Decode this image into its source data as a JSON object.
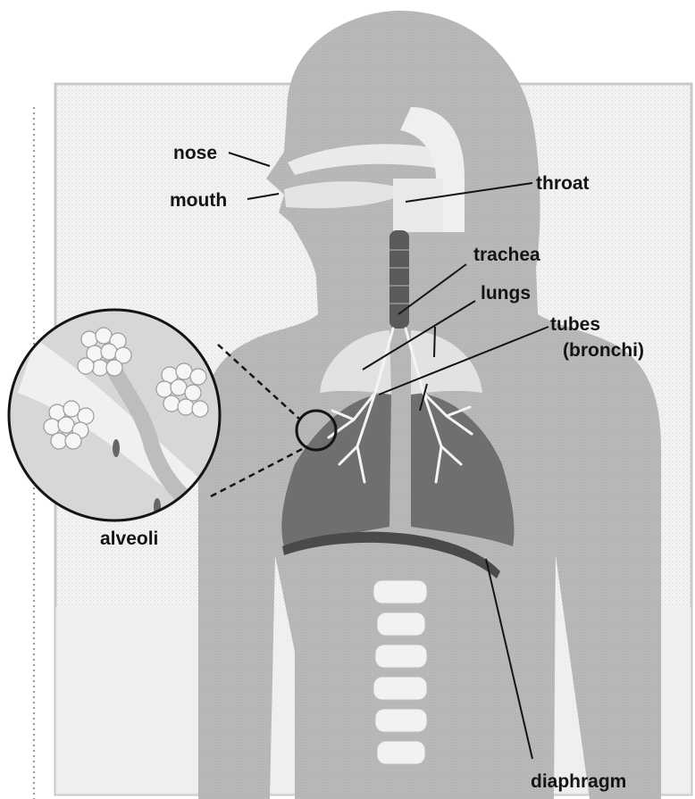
{
  "labels": {
    "nose": "nose",
    "mouth": "mouth",
    "throat": "throat",
    "trachea": "trachea",
    "lungs": "lungs",
    "tubes": "tubes",
    "bronchi": "(bronchi)",
    "alveoli": "alveoli",
    "diaphragm": "diaphragm"
  },
  "colors": {
    "body": "#b9b9b9",
    "body_dark": "#9a9a9a",
    "lung_dark": "#6f6f6f",
    "airway": "#ececec",
    "trachea": "#5a5a5a",
    "frame": "#c8c8c8",
    "text": "#141414"
  }
}
